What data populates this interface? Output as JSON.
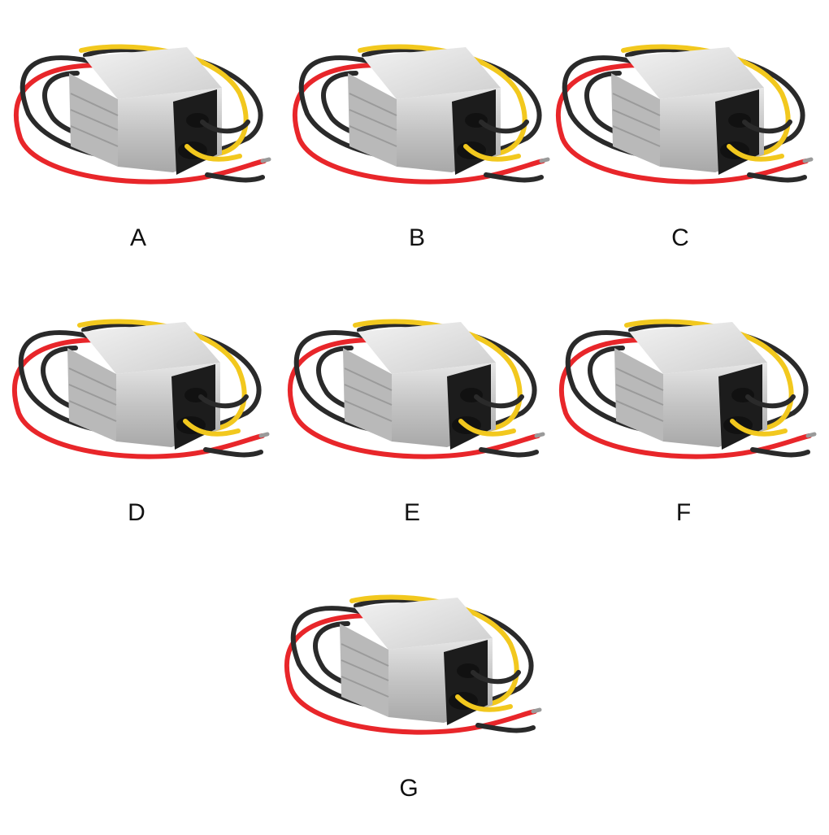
{
  "colors": {
    "background": "#ffffff",
    "wire_red": "#e8262a",
    "wire_black": "#2a2a2a",
    "wire_yellow": "#f2c81e",
    "housing": "#c9c9c9",
    "end_cap": "#1c1c1c",
    "label_text": "#111111"
  },
  "options": [
    {
      "id": "A",
      "label": "A",
      "icon": "dc-dc-converter-module-icon"
    },
    {
      "id": "B",
      "label": "B",
      "icon": "dc-dc-converter-module-icon"
    },
    {
      "id": "C",
      "label": "C",
      "icon": "dc-dc-converter-module-icon"
    },
    {
      "id": "D",
      "label": "D",
      "icon": "dc-dc-converter-module-icon"
    },
    {
      "id": "E",
      "label": "E",
      "icon": "dc-dc-converter-module-icon"
    },
    {
      "id": "F",
      "label": "F",
      "icon": "dc-dc-converter-module-icon"
    },
    {
      "id": "G",
      "label": "G",
      "icon": "dc-dc-converter-module-icon"
    }
  ]
}
